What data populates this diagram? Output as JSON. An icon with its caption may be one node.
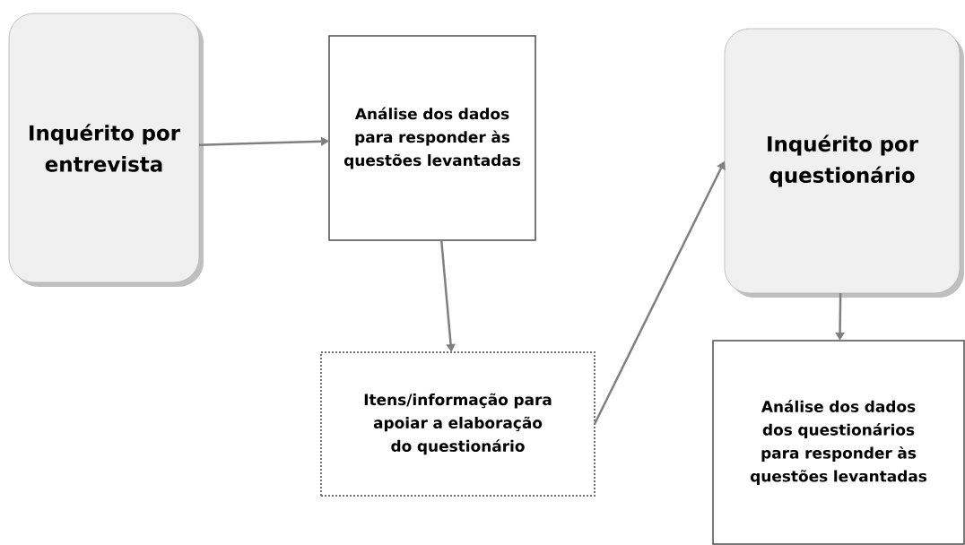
{
  "diagram": {
    "nodes": [
      {
        "text": [
          "Inquérito por entrevista"
        ]
      },
      {
        "text": [
          "Análise dos dados para responder às questões levantadas"
        ]
      },
      {
        "text": [
          "Itens/informação para apoiar a elaboração do questionário"
        ]
      },
      {
        "text": [
          "Inquérito por questionário"
        ]
      },
      {
        "text": [
          "Análise dos dados dos questionários para responder às questões levantadas"
        ]
      }
    ],
    "edges": [
      {
        "from": 0,
        "to": 1,
        "arrow": "to"
      },
      {
        "from": 1,
        "to": 2,
        "arrow": "to"
      },
      {
        "from": 2,
        "to": 3,
        "arrow": "to"
      },
      {
        "from": 3,
        "to": 4,
        "arrow": "to"
      }
    ]
  }
}
